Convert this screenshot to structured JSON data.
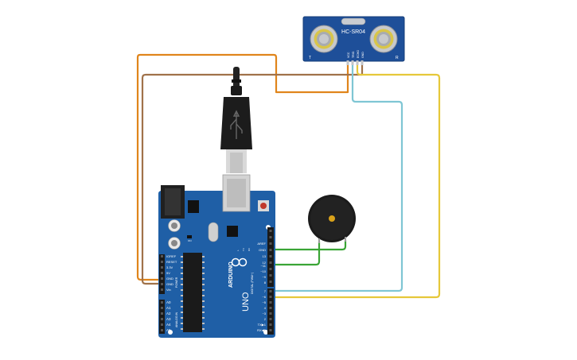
{
  "sensor": {
    "model": "HC-SR04",
    "pins": [
      "VCC",
      "TRIG",
      "ECHO",
      "GND"
    ],
    "corner_left": "T",
    "corner_right": "R"
  },
  "arduino": {
    "brand": "ARDUINO",
    "model": "UNO",
    "power_header": [
      "IOREF",
      "RESET",
      "3.3V",
      "5V",
      "GND",
      "GND",
      "Vin"
    ],
    "power_label": "POWER",
    "analog_header": [
      "A0",
      "A1",
      "A2",
      "A3",
      "A4",
      "A5"
    ],
    "analog_label": "ANALOG IN",
    "digital_header_top": [
      "AREF",
      "GND",
      "13",
      "12",
      "~11",
      "~10",
      "~9",
      "8"
    ],
    "digital_header_bottom": [
      "7",
      "~6",
      "~5",
      "4",
      "~3",
      "2",
      "TX▶1",
      "RX◀0"
    ],
    "digital_label": "DIGITAL (PWM~)",
    "led_labels": [
      "TX",
      "RX",
      "L"
    ],
    "on_label": "ON"
  },
  "colors": {
    "board": "#1f5fa6",
    "sensor_board": "#1e4f99",
    "wire_orange": "#e0851b",
    "wire_brown": "#a0724a",
    "wire_cyan": "#7fc6d4",
    "wire_yellow": "#e6c83a",
    "wire_green": "#3aa535"
  }
}
